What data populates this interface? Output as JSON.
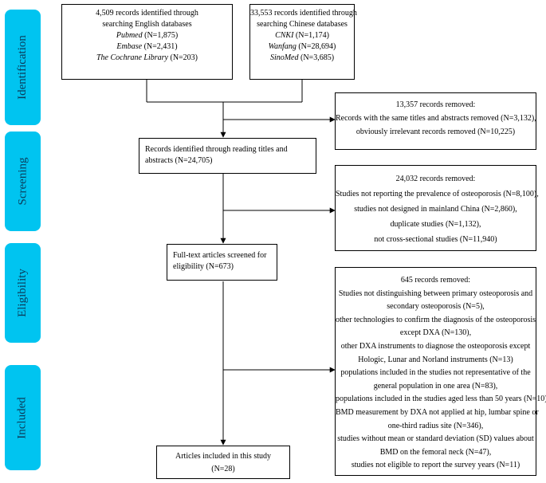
{
  "stages": [
    "Identification",
    "Screening",
    "Eligibility",
    "Included"
  ],
  "english": {
    "lines": [
      "4,509 records identified through",
      "searching English databases"
    ],
    "dbs": [
      {
        "name": "Pubmed",
        "n": " (N=1,875)"
      },
      {
        "name": "Embase",
        "n": " (N=2,431)"
      },
      {
        "name": "The Cochrane Library",
        "n": " (N=203)"
      }
    ]
  },
  "chinese": {
    "lines": [
      "33,553 records identified through",
      "searching Chinese databases"
    ],
    "dbs": [
      {
        "name": "CNKI",
        "n": " (N=1,174)"
      },
      {
        "name": "Wanfang",
        "n": " (N=28,694)"
      },
      {
        "name": "SinoMed",
        "n": " (N=3,685)"
      }
    ]
  },
  "removed1": [
    "13,357 records removed:",
    "Records with the same titles and abstracts removed (N=3,132),",
    "obviously irrelevant records removed (N=10,225)"
  ],
  "screened": [
    "Records identified through reading titles and",
    "abstracts (N=24,705)"
  ],
  "removed2": [
    "24,032 records removed:",
    "Studies not reporting the prevalence of osteoporosis (N=8,100),",
    "studies not designed in mainland China (N=2,860),",
    "duplicate studies (N=1,132),",
    "not cross-sectional studies (N=11,940)"
  ],
  "fulltext": [
    "Full-text articles screened for",
    "eligibility (N=673)"
  ],
  "removed3": [
    "645 records removed:",
    "Studies not distinguishing between primary osteoporosis and",
    "secondary osteoporosis (N=5),",
    "other technologies to confirm the diagnosis of the osteoporosis",
    "except DXA (N=130),",
    "other DXA instruments to diagnose the osteoporosis except",
    "Hologic, Lunar and Norland instruments (N=13)",
    "populations included in the studies not representative of the",
    "general population in one area (N=83),",
    "populations included in the studies aged less than 50 years (N=10),",
    "BMD measurement by DXA not applied at hip, lumbar spine or",
    "one-third radius site (N=346),",
    "studies without mean or standard deviation (SD) values about",
    "BMD on the femoral neck (N=47),",
    "studies not eligible to report the survey years (N=11)"
  ],
  "included": [
    "Articles included in this study",
    "(N=28)"
  ]
}
